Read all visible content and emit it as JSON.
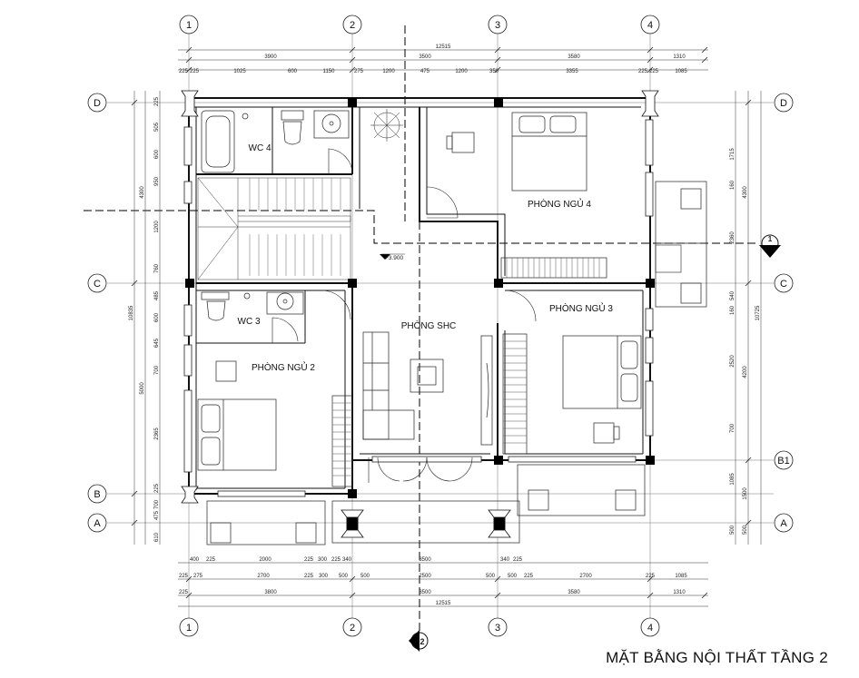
{
  "title": "MẶT BẰNG NỘI THẤT TẦNG 2",
  "axes": {
    "num": [
      "1",
      "2",
      "3",
      "4"
    ],
    "let": [
      "D",
      "C",
      "B",
      "A",
      "B1"
    ]
  },
  "rooms": {
    "wc4": "WC 4",
    "wc3": "WC 3",
    "bed4": "PHÒNG NGỦ 4",
    "bed3": "PHÒNG NGỦ 3",
    "bed2": "PHÒNG NGỦ 2",
    "shc": "PHÒNG SHC"
  },
  "level": "+3.900",
  "section_marks": {
    "right": "1",
    "bottom": "2"
  },
  "dims_top": {
    "total": "12515",
    "row2": [
      "3900",
      "3500",
      "3580",
      "1310"
    ],
    "row3": [
      "225",
      "225",
      "1025",
      "600",
      "1150",
      "275",
      "1200",
      "475",
      "1200",
      "350",
      "3355",
      "225",
      "225",
      "1085"
    ]
  },
  "dims_bottom": {
    "row1": [
      "400",
      "225",
      "2000",
      "225",
      "300",
      "225",
      "340",
      "3500",
      "340",
      "225"
    ],
    "row2": [
      "225",
      "275",
      "2700",
      "225",
      "300",
      "500",
      "500",
      "2500",
      "500",
      "500",
      "225",
      "2700",
      "225",
      "1085"
    ],
    "row3": [
      "225",
      "3800",
      "3500",
      "3580",
      "1310"
    ],
    "total": "12515"
  },
  "dims_left": {
    "total": "10835",
    "group": [
      "4300",
      "5000"
    ],
    "parts": [
      "225",
      "505",
      "600",
      "950",
      "1200",
      "760",
      "485",
      "600",
      "645",
      "700",
      "2365",
      "225",
      "700",
      "475",
      "610"
    ]
  },
  "dims_right": {
    "total": "10725",
    "group": [
      "4300",
      "4200"
    ],
    "parts": [
      "1715",
      "160",
      "2360",
      "540",
      "160",
      "2520",
      "700",
      "1085",
      "1500",
      "500",
      "500"
    ]
  }
}
